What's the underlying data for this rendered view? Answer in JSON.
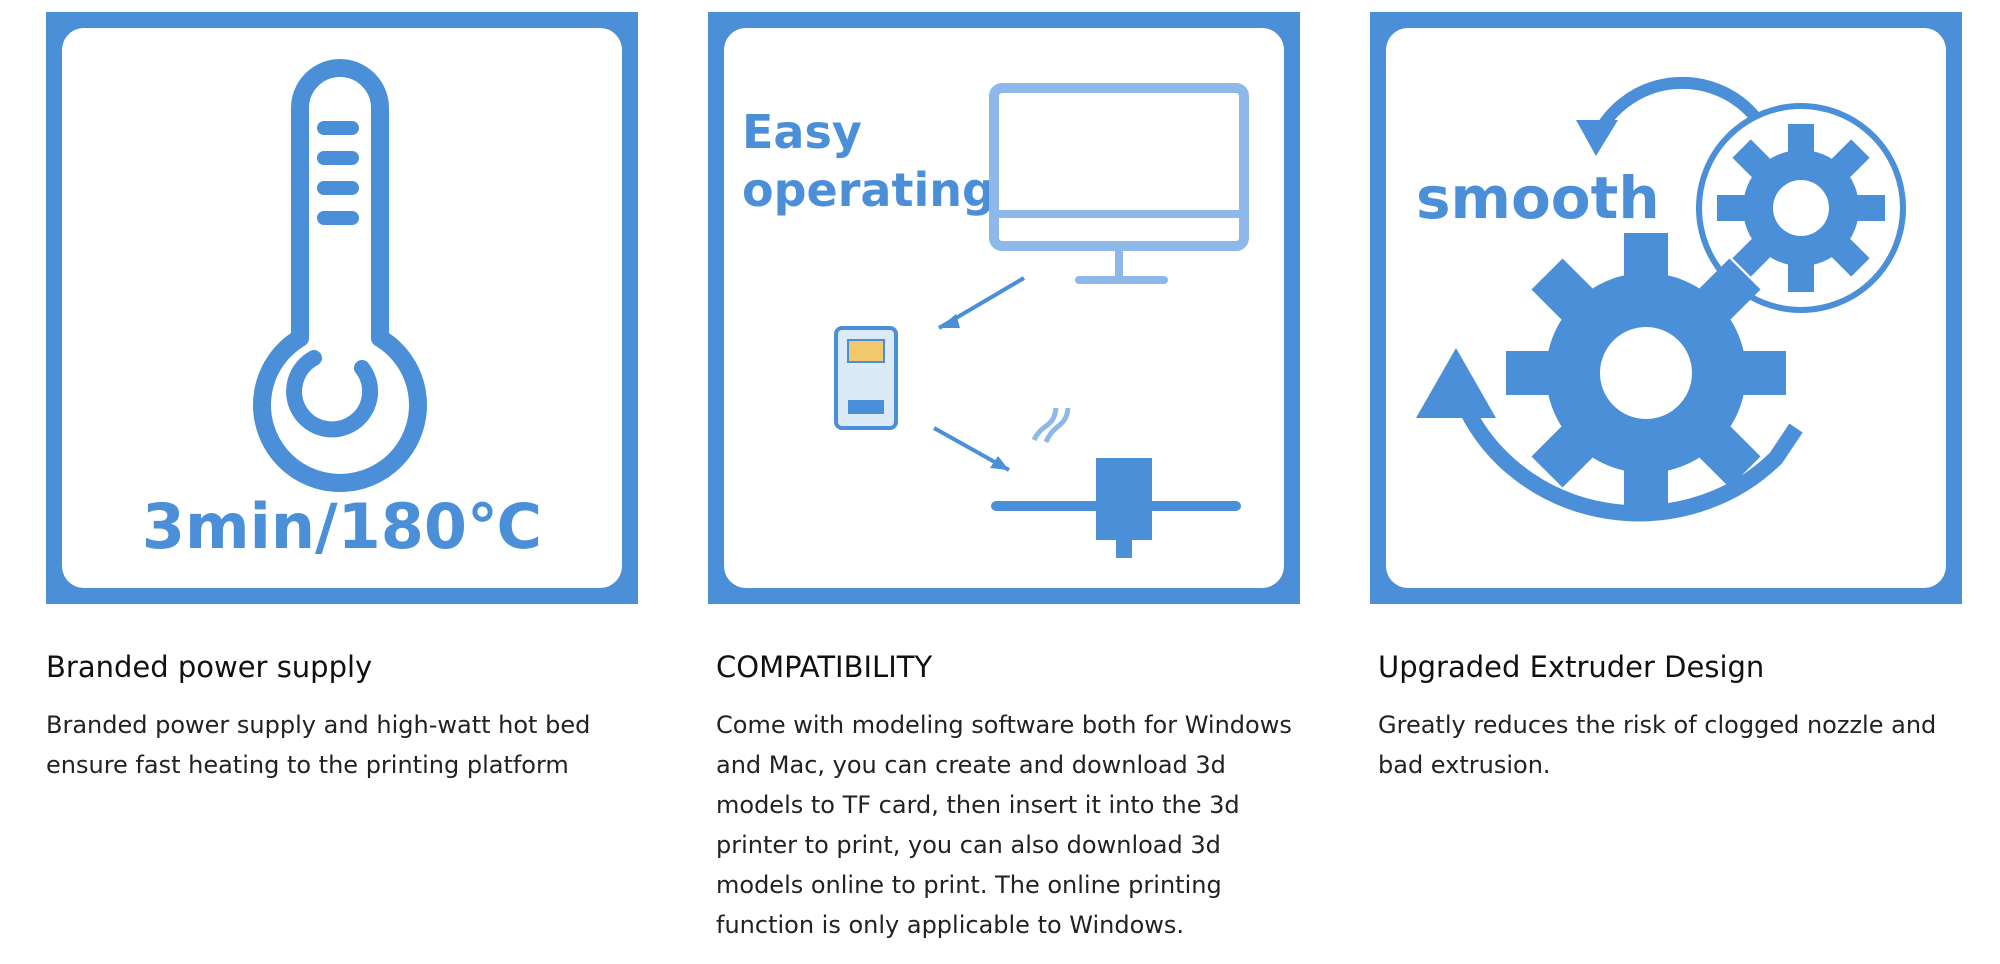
{
  "features": [
    {
      "art_text": "3min/180℃",
      "icon": "thermometer-icon",
      "title": "Branded power supply",
      "description": "Branded power supply and high-watt hot bed ensure fast heating to the printing platform"
    },
    {
      "art_text_line1": "Easy",
      "art_text_line2": "operating",
      "icon": "computer-sd-card-printer-icon",
      "title": "COMPATIBILITY",
      "description": "Come with modeling software both for Windows and Mac, you can create and download 3d models to TF card, then insert it into the 3d printer to print, you can also download 3d models online to print. The online printing function is only applicable to Windows."
    },
    {
      "art_text": "smooth",
      "icon": "rotating-gears-icon",
      "title": "Upgraded Extruder Design",
      "description": "Greatly reduces the risk of clogged nozzle and bad extrusion."
    }
  ],
  "colors": {
    "accent": "#4a8fd8",
    "background": "#ffffff",
    "text": "#1a1a1a"
  }
}
